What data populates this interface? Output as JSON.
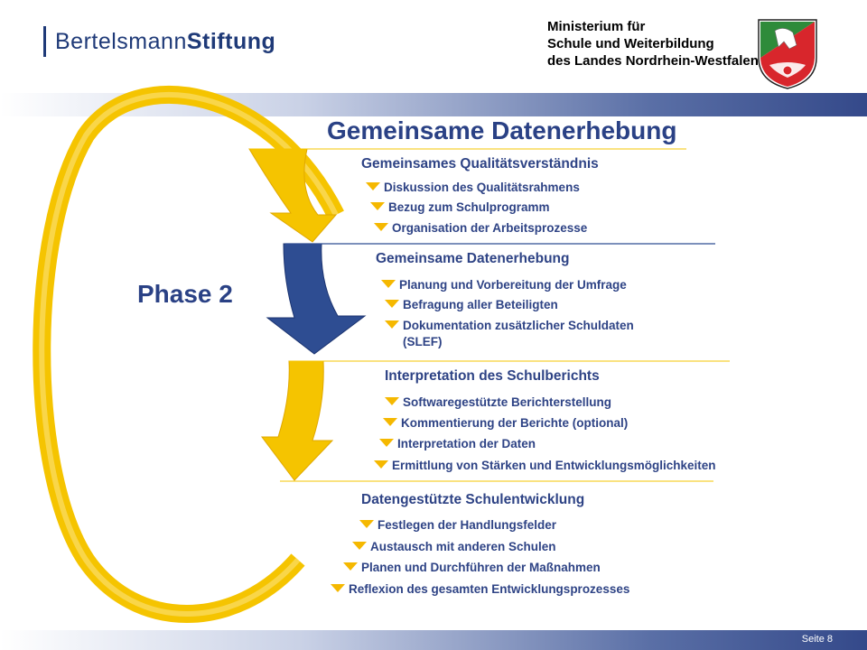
{
  "header": {
    "brand_regular": "Bertelsmann",
    "brand_bold": "Stiftung",
    "ministry_lines": [
      "Ministerium für",
      "Schule und Weiterbildung",
      "des Landes Nordrhein-Westfalen"
    ]
  },
  "slide": {
    "title": "Gemeinsame Datenerhebung",
    "phase_label": "Phase 2",
    "sections": [
      {
        "title": "Gemeinsames Qualitätsverständnis",
        "items": [
          "Diskussion des Qualitätsrahmens",
          "Bezug zum Schulprogramm",
          "Organisation der Arbeitsprozesse"
        ]
      },
      {
        "title": "Gemeinsame Datenerhebung",
        "items": [
          "Planung und Vorbereitung der Umfrage",
          "Befragung aller Beteiligten",
          "Dokumentation zusätzlicher Schuldaten (SLEF)"
        ]
      },
      {
        "title": "Interpretation des Schulberichts",
        "items": [
          "Softwaregestützte Berichterstellung",
          "Kommentierung der Berichte (optional)",
          "Interpretation der Daten",
          "Ermittlung von Stärken und Entwicklungsmöglichkeiten"
        ]
      },
      {
        "title": "Datengestützte Schulentwicklung",
        "items": [
          "Festlegen der Handlungsfelder",
          "Austausch mit anderen Schulen",
          "Planen und Durchführen der Maßnahmen",
          "Reflexion des gesamten Entwicklungsprozesses"
        ]
      }
    ]
  },
  "footer": {
    "page_label": "Seite 8"
  },
  "colors": {
    "title_blue": "#2a4185",
    "accent_yellow": "#f5c400",
    "arrow_blue": "#2e4d92"
  }
}
